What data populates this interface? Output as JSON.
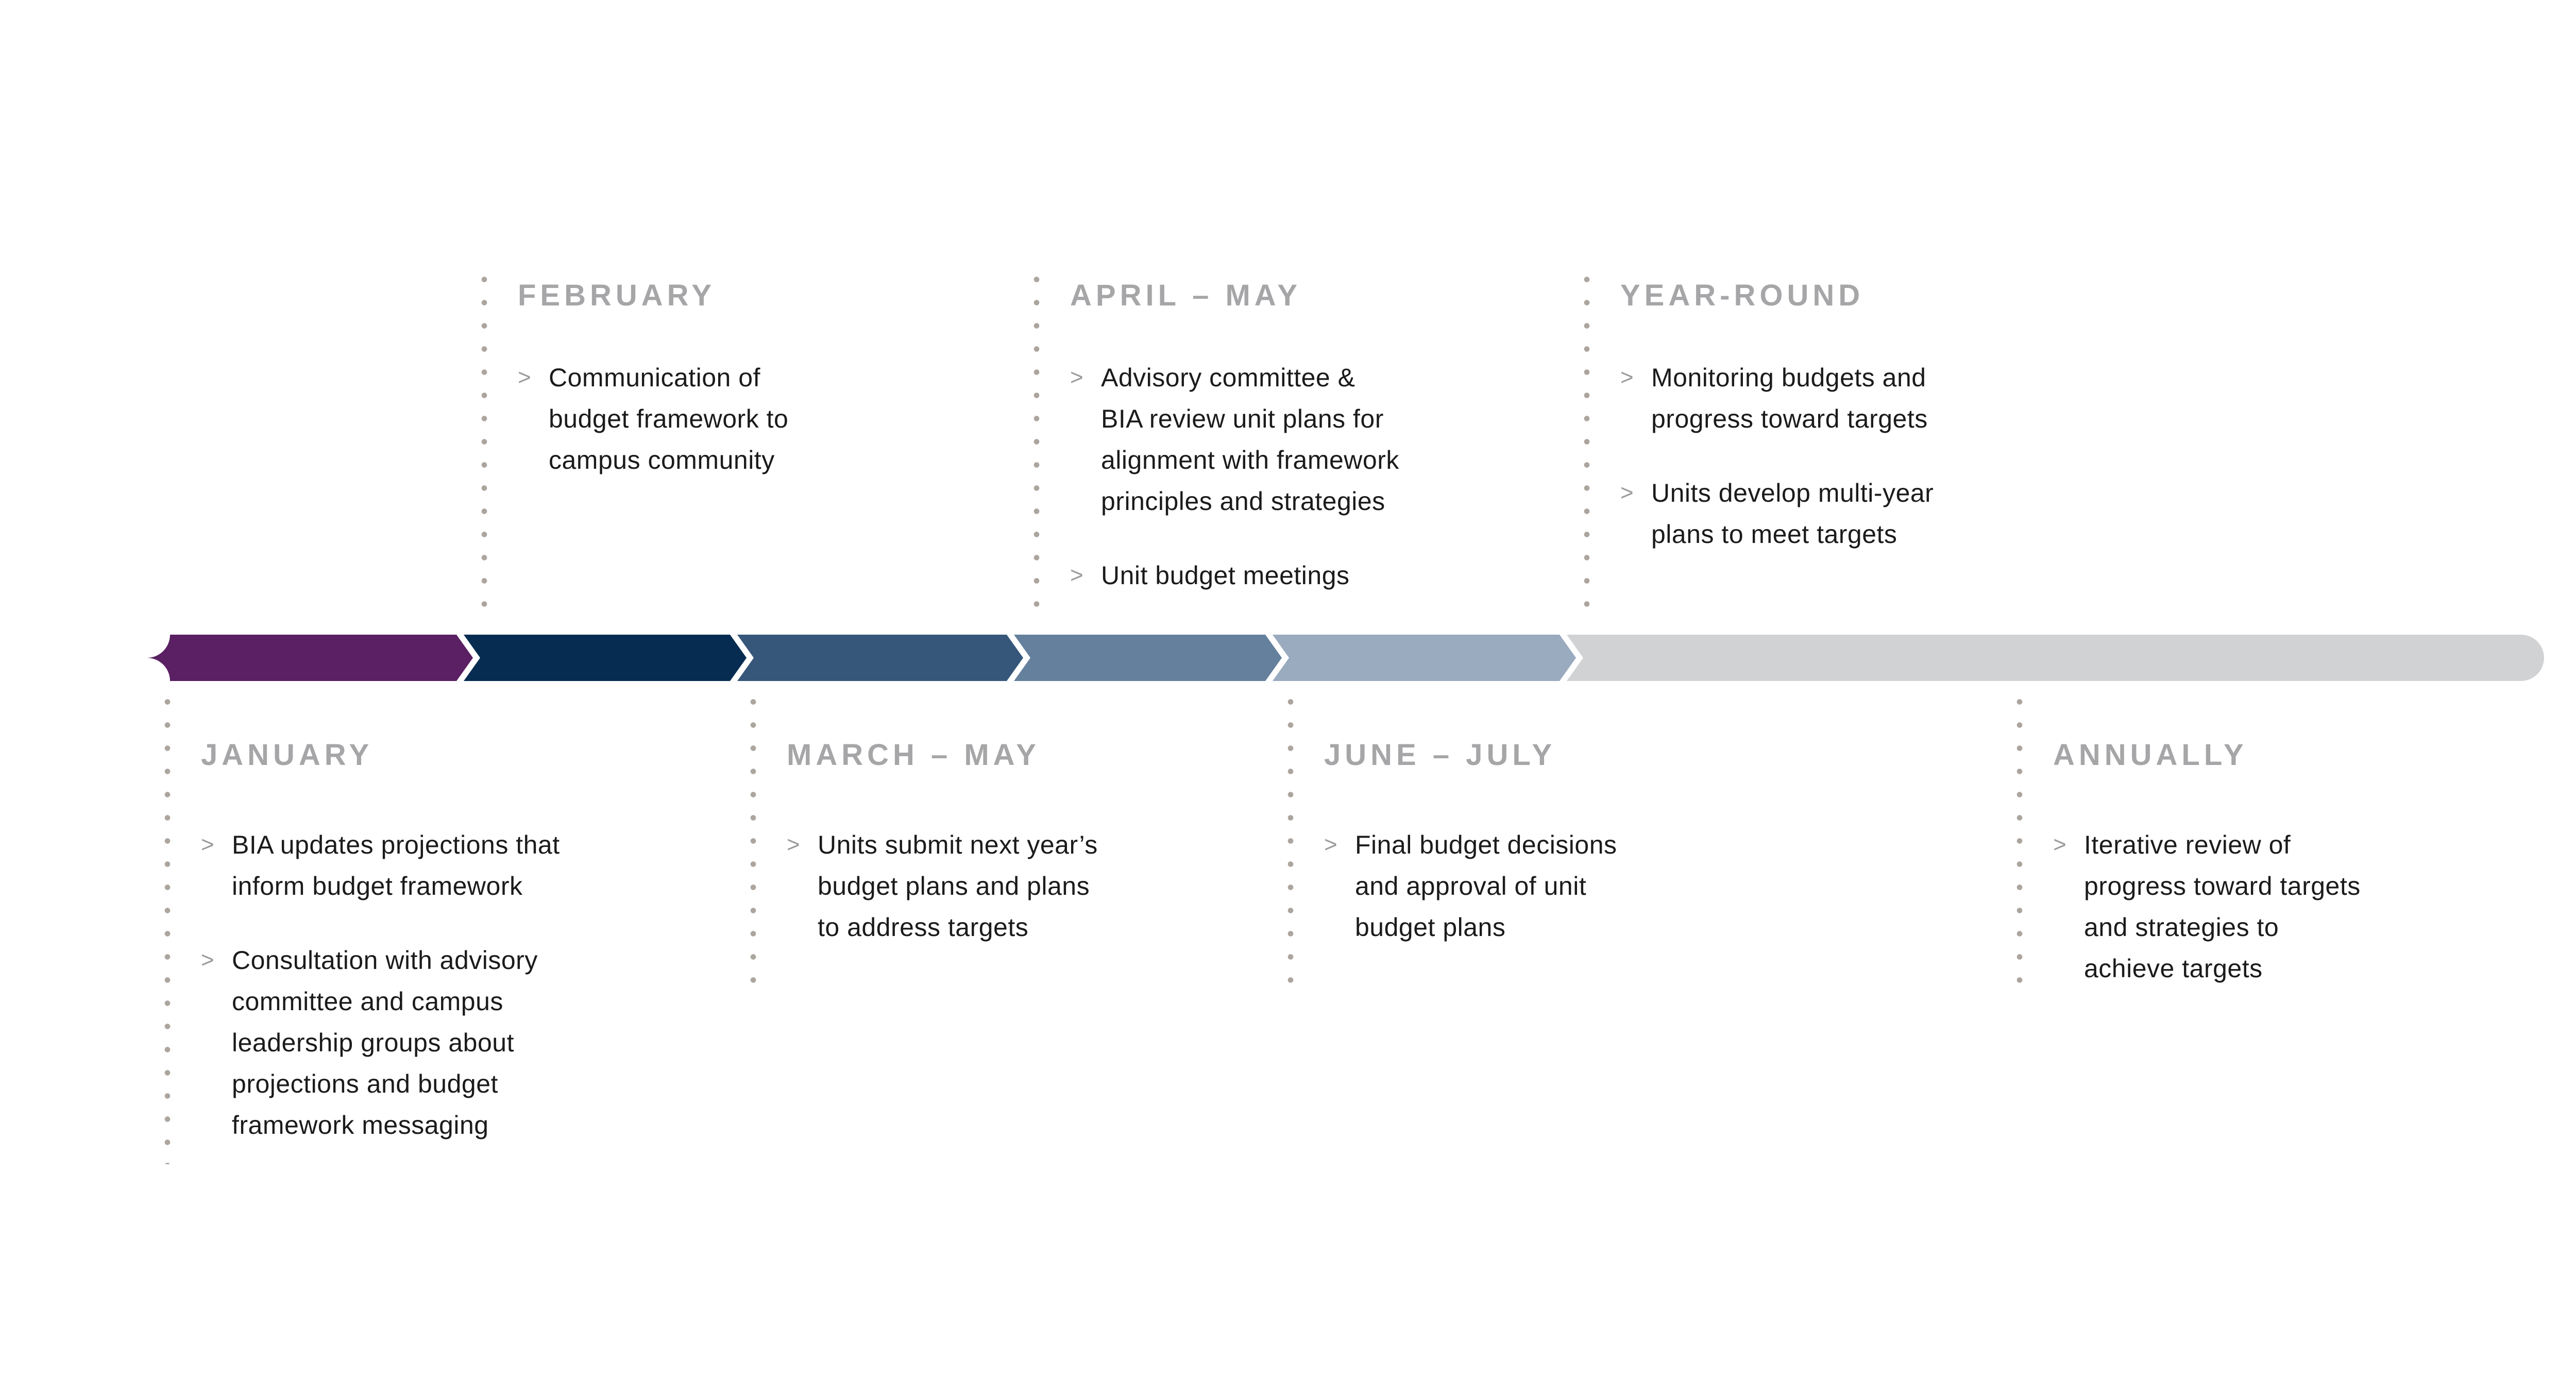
{
  "colors": {
    "background": "#FFFFFF",
    "month_label": "#A6A6A8",
    "body_text": "#1B1B1B",
    "bullet": "#9B9B9B",
    "dots": "#ACA59E"
  },
  "ui": {
    "bullet_char": ">"
  },
  "timeline": {
    "segments": [
      {
        "name": "segment-1",
        "color": "#5A2063"
      },
      {
        "name": "segment-2",
        "color": "#062C52"
      },
      {
        "name": "segment-3",
        "color": "#36577A"
      },
      {
        "name": "segment-4",
        "color": "#64809D"
      },
      {
        "name": "segment-5",
        "color": "#9AAABF"
      },
      {
        "name": "segment-6",
        "color": "#D1D2D3"
      }
    ]
  },
  "sections": [
    {
      "id": "february",
      "row": "top",
      "label": "FEBRUARY",
      "items": [
        "Communication of\nbudget framework to\ncampus community"
      ]
    },
    {
      "id": "april-may",
      "row": "top",
      "label": "APRIL – MAY",
      "items": [
        "Advisory committee &\nBIA review unit plans for\nalignment with framework\nprinciples and strategies",
        "Unit budget meetings"
      ]
    },
    {
      "id": "year-round",
      "row": "top",
      "label": "YEAR-ROUND",
      "items": [
        "Monitoring budgets and\nprogress toward targets",
        "Units develop multi-year\nplans to meet targets"
      ]
    },
    {
      "id": "january",
      "row": "bottom",
      "label": "JANUARY",
      "items": [
        "BIA updates projections that\ninform budget framework",
        "Consultation with advisory\ncommittee and campus\nleadership groups about\nprojections and budget\nframework messaging"
      ]
    },
    {
      "id": "march-may",
      "row": "bottom",
      "label": "MARCH – MAY",
      "items": [
        "Units submit next year’s\nbudget plans and plans\nto address targets"
      ]
    },
    {
      "id": "june-july",
      "row": "bottom",
      "label": "JUNE – JULY",
      "items": [
        "Final budget decisions\nand approval of unit\nbudget plans"
      ]
    },
    {
      "id": "annually",
      "row": "bottom",
      "label": "ANNUALLY",
      "items": [
        "Iterative review of\nprogress toward targets\nand strategies to\nachieve targets"
      ]
    }
  ]
}
